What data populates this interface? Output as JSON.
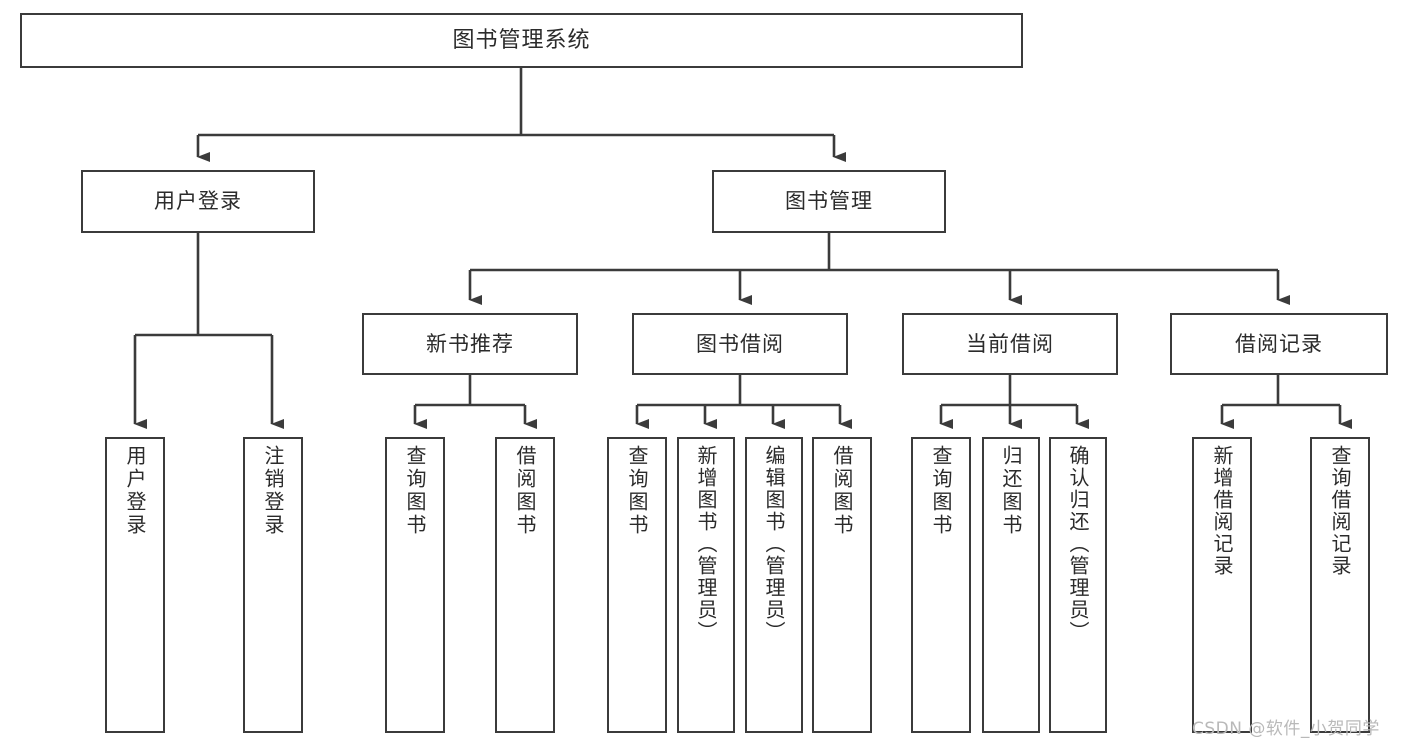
{
  "diagram": {
    "title": "图书管理系统",
    "type": "tree-hierarchy-chart",
    "root": {
      "label": "图书管理系统"
    },
    "level2": [
      {
        "label": "用户登录"
      },
      {
        "label": "图书管理"
      }
    ],
    "level3": [
      {
        "label": "新书推荐"
      },
      {
        "label": "图书借阅"
      },
      {
        "label": "当前借阅"
      },
      {
        "label": "借阅记录"
      }
    ],
    "leaves": {
      "user_login": [
        {
          "label": "用户登录"
        },
        {
          "label": "注销登录"
        }
      ],
      "new_book_recommend": [
        {
          "label": "查询图书"
        },
        {
          "label": "借阅图书"
        }
      ],
      "book_borrow": [
        {
          "label": "查询图书"
        },
        {
          "label": "新增图书（管理员）"
        },
        {
          "label": "编辑图书（管理员）"
        },
        {
          "label": "借阅图书"
        }
      ],
      "current_borrow": [
        {
          "label": "查询图书"
        },
        {
          "label": "归还图书"
        },
        {
          "label": "确认归还（管理员）"
        }
      ],
      "borrow_record": [
        {
          "label": "新增借阅记录"
        },
        {
          "label": "查询借阅记录"
        }
      ]
    }
  },
  "watermark": {
    "text": "CSDN @软件_小贺同学"
  },
  "colors": {
    "stroke": "#3b3b3b",
    "text": "#2b2b2b",
    "background": "#ffffff",
    "watermark": "#b9b9b9"
  }
}
